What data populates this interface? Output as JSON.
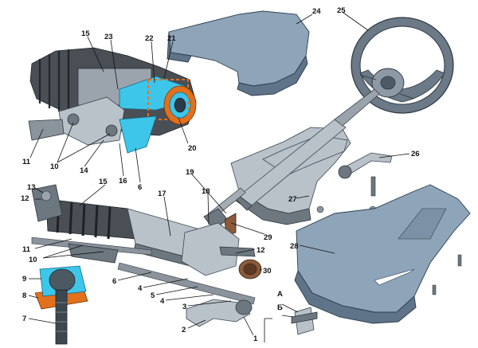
{
  "diagram": {
    "callouts": [
      "1",
      "2",
      "3",
      "4",
      "5",
      "6",
      "7",
      "8",
      "9",
      "10",
      "11",
      "12",
      "13",
      "14",
      "15",
      "16",
      "17",
      "18",
      "19",
      "20",
      "21",
      "22",
      "23",
      "24",
      "25",
      "26",
      "27",
      "28",
      "29",
      "30"
    ],
    "letter_labels": [
      "А",
      "Б"
    ],
    "colors": {
      "shell": "#8ea4b8",
      "metal": "#b9c1c9",
      "boot": "#4a4f55",
      "accent_cyan": "#3ec6ea",
      "accent_orange": "#e2701c"
    }
  }
}
